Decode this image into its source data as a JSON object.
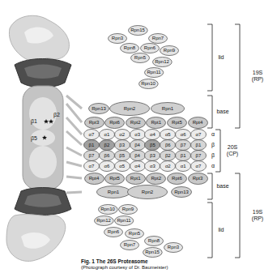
{
  "diagram": {
    "caption": "Fig. 1 The 26S Proteasome",
    "nodes": [
      {
        "text": [
          "Rpn3"
        ]
      },
      {
        "text": [
          "Rpn15"
        ]
      },
      {
        "text": [
          "Rpn7"
        ]
      },
      {
        "text": [
          "Rpn8"
        ]
      },
      {
        "text": [
          "Rpn6"
        ]
      },
      {
        "text": [
          "Rpn9"
        ]
      },
      {
        "text": [
          "Rpn5"
        ]
      },
      {
        "text": [
          "Rpn12"
        ]
      },
      {
        "text": [
          "Rpn11"
        ]
      },
      {
        "text": [
          "Rpn10"
        ]
      },
      {
        "text": [
          "Rpn13"
        ]
      },
      {
        "text": [
          "Rpn2"
        ]
      },
      {
        "text": [
          "Rpn1"
        ]
      },
      {
        "text": [
          "Rpt3"
        ]
      },
      {
        "text": [
          "Rpt6"
        ]
      },
      {
        "text": [
          "Rpt2"
        ]
      },
      {
        "text": [
          "Rpt1"
        ]
      },
      {
        "text": [
          "Rpt5"
        ]
      },
      {
        "text": [
          "Rpt4"
        ]
      },
      {
        "text": [
          "α7"
        ]
      },
      {
        "text": [
          "α1"
        ]
      },
      {
        "text": [
          "α2"
        ]
      },
      {
        "text": [
          "α3"
        ]
      },
      {
        "text": [
          "α4"
        ]
      },
      {
        "text": [
          "α5"
        ]
      },
      {
        "text": [
          "α6"
        ]
      },
      {
        "text": [
          "α7"
        ]
      },
      {
        "text": [
          "β1"
        ]
      },
      {
        "text": [
          "β2"
        ]
      },
      {
        "text": [
          "β3"
        ]
      },
      {
        "text": [
          "β4"
        ]
      },
      {
        "text": [
          "β5"
        ]
      },
      {
        "text": [
          "β6"
        ]
      },
      {
        "text": [
          "β7"
        ]
      },
      {
        "text": [
          "β1"
        ]
      },
      {
        "text": [
          "β7"
        ]
      },
      {
        "text": [
          "β6"
        ]
      },
      {
        "text": [
          "β5"
        ]
      },
      {
        "text": [
          "β4"
        ]
      },
      {
        "text": [
          "β3"
        ]
      },
      {
        "text": [
          "β2"
        ]
      },
      {
        "text": [
          "β1"
        ]
      },
      {
        "text": [
          "β7"
        ]
      },
      {
        "text": [
          "α7"
        ]
      },
      {
        "text": [
          "α6"
        ]
      },
      {
        "text": [
          "α5"
        ]
      },
      {
        "text": [
          "α4"
        ]
      },
      {
        "text": [
          "α3"
        ]
      },
      {
        "text": [
          "α2"
        ]
      },
      {
        "text": [
          "α1"
        ]
      },
      {
        "text": [
          "α7"
        ]
      },
      {
        "text": [
          "Rpt4"
        ]
      },
      {
        "text": [
          "Rpt5"
        ]
      },
      {
        "text": [
          "Rpt1"
        ]
      },
      {
        "text": [
          "Rpt2"
        ]
      },
      {
        "text": [
          "Rpt6"
        ]
      },
      {
        "text": [
          "Rpt3"
        ]
      },
      {
        "text": [
          "Rpn1"
        ]
      },
      {
        "text": [
          "Rpn2"
        ]
      },
      {
        "text": [
          "Rpn13"
        ]
      },
      {
        "text": [
          "Rpn10"
        ]
      },
      {
        "text": [
          "Rpn9"
        ]
      },
      {
        "text": [
          "Rpn12"
        ]
      },
      {
        "text": [
          "Rpn11"
        ]
      },
      {
        "text": [
          "Rpn6"
        ]
      },
      {
        "text": [
          "Rpn5"
        ]
      },
      {
        "text": [
          "Rpn8"
        ]
      },
      {
        "text": [
          "Rpn7"
        ]
      },
      {
        "text": [
          "Rpn3"
        ]
      },
      {
        "text": [
          "Rpn15"
        ]
      }
    ],
    "labels": [
      "β1",
      "β2",
      "β5",
      "lid",
      "base",
      "19S (RP)",
      "α",
      "β",
      "β",
      "α",
      "20S (CP)",
      "base",
      "lid",
      "19S (RP)",
      "(Photograph courtesy of Dr. Baumeister)"
    ]
  }
}
